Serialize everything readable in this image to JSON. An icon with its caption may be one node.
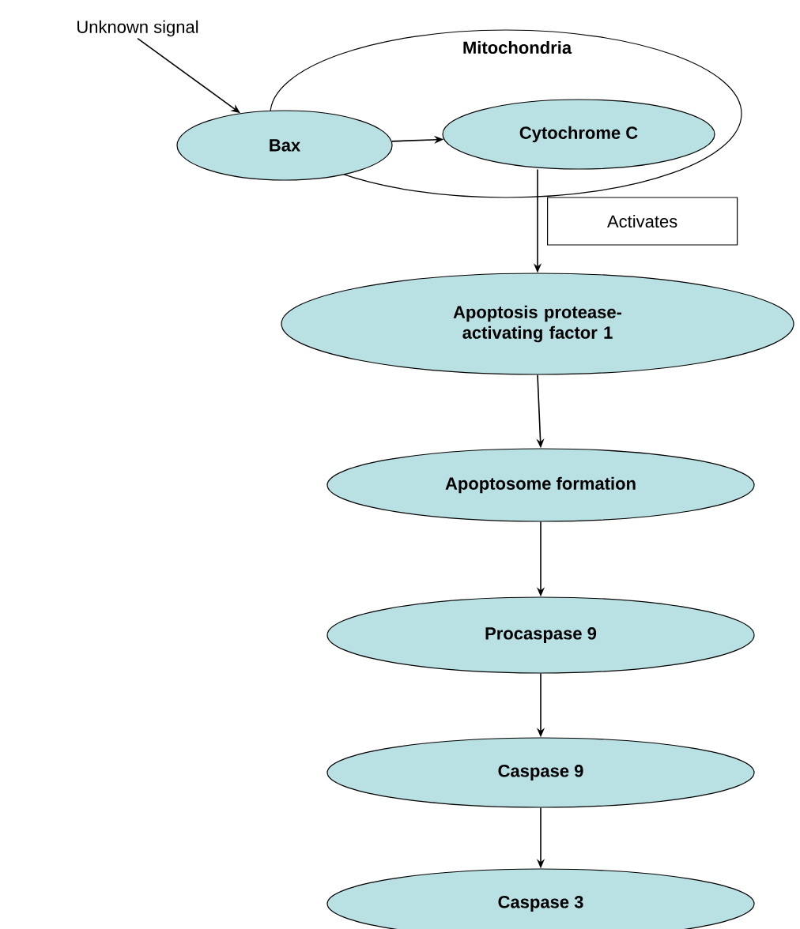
{
  "diagram": {
    "nodes": [
      {
        "text": [
          "Unknown signal"
        ]
      },
      {
        "text": [
          "Mitochondria"
        ]
      },
      {
        "text": [
          "Bax"
        ]
      },
      {
        "text": [
          "Cytochrome C"
        ],
        "in": 1
      },
      {
        "text": [
          "Apoptosis protease-activating factor 1"
        ]
      },
      {
        "text": [
          "Apoptosome formation"
        ]
      },
      {
        "text": [
          "Procaspase 9"
        ]
      },
      {
        "text": [
          "Caspase 9"
        ]
      },
      {
        "text": [
          "Caspase 3"
        ]
      }
    ],
    "edges": [
      {
        "from": 0,
        "to": 2,
        "arrow": "to"
      },
      {
        "from": 2,
        "to": 3,
        "arrow": "to"
      },
      {
        "from": 3,
        "to": 4,
        "arrow": "to",
        "label": "Activates"
      },
      {
        "from": 4,
        "to": 5,
        "arrow": "to"
      },
      {
        "from": 5,
        "to": 6,
        "arrow": "to"
      },
      {
        "from": 6,
        "to": 7,
        "arrow": "to"
      },
      {
        "from": 7,
        "to": 8,
        "arrow": "to"
      }
    ]
  }
}
